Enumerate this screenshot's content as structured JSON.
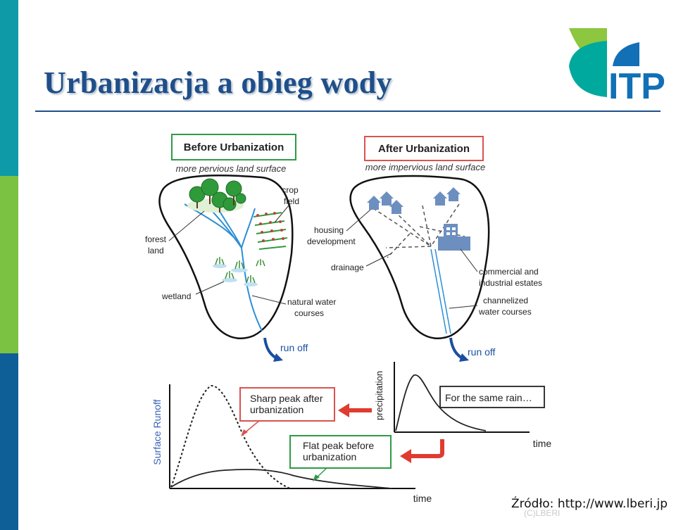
{
  "slide": {
    "title": "Urbanizacja a obieg wody",
    "source": "Źródło: http://www.lberi.jp",
    "watermark": "(C)LBERI",
    "colors": {
      "title": "#1f4f8a",
      "sidebar_teal": "#0e9aa7",
      "sidebar_green": "#7cc242",
      "sidebar_blue": "#0e5e98"
    }
  },
  "logo": {
    "text": "ITP",
    "colors": {
      "green": "#8dc63f",
      "teal": "#00a99d",
      "blue": "#1170b6"
    }
  },
  "diagram": {
    "before": {
      "heading": "Before Urbanization",
      "subtitle": "more pervious land surface",
      "labels": {
        "crop_field_1": "crop",
        "crop_field_2": "field",
        "forest_1": "forest",
        "forest_2": "land",
        "wetland": "wetland",
        "natural_1": "natural water",
        "natural_2": "courses"
      },
      "runoff": "run off",
      "colors": {
        "box": "#2e9b45",
        "water": "#2b8fd6",
        "trees": "#2f9a3a",
        "crops": "#b24a3a"
      }
    },
    "after": {
      "heading": "After Urbanization",
      "subtitle": "more impervious land surface",
      "labels": {
        "housing_1": "housing",
        "housing_2": "development",
        "drainage": "drainage",
        "commercial_1": "commercial and",
        "commercial_2": "industrial estates",
        "channel_1": "channelized",
        "channel_2": "water courses"
      },
      "runoff": "run off",
      "colors": {
        "box": "#d9534f",
        "buildings": "#6d8fc0"
      }
    },
    "hydrograph": {
      "ylabel": "Surface Runoff",
      "xlabel": "time",
      "sharp_1": "Sharp peak after",
      "sharp_2": "urbanization",
      "flat_1": "Flat peak before",
      "flat_2": "urbanization",
      "colors": {
        "ylabel": "#3a63b8",
        "sharp_box": "#d9534f",
        "flat_box": "#2e9b45",
        "arrow": "#e03b2f"
      }
    },
    "precip": {
      "ylabel": "precipitation",
      "xlabel": "time",
      "note": "For the same rain…"
    }
  }
}
